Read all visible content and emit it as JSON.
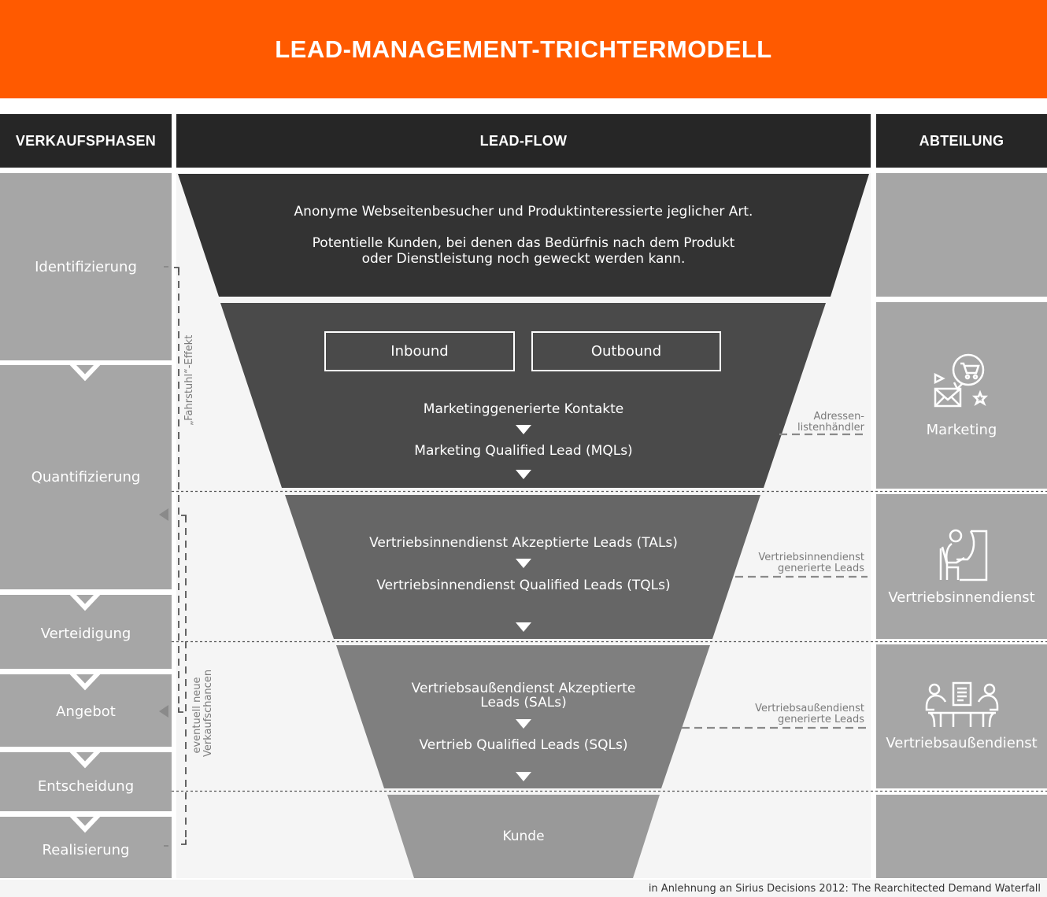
{
  "title": "LEAD-MANAGEMENT-TRICHTERMODELL",
  "columns": {
    "left": "VERKAUFSPHASEN",
    "center": "LEAD-FLOW",
    "right": "ABTEILUNG"
  },
  "phases": [
    {
      "label": "Identifizierung"
    },
    {
      "label": "Quantifizierung"
    },
    {
      "label": "Verteidigung"
    },
    {
      "label": "Angebot"
    },
    {
      "label": "Entscheidung"
    },
    {
      "label": "Realisierung"
    }
  ],
  "funnel": {
    "stage1": {
      "line1": "Anonyme Webseitenbesucher und Produktinteressierte jeglicher Art.",
      "line2": "Potentielle Kunden, bei denen das Bedürfnis nach dem Produkt",
      "line3": "oder Dienstleistung noch geweckt werden kann.",
      "color": "#333333"
    },
    "stage2": {
      "inbound": "Inbound",
      "outbound": "Outbound",
      "item1": "Marketinggenerierte Kontakte",
      "item2": "Marketing Qualified Lead (MQLs)",
      "color": "#4a4a4a"
    },
    "stage3": {
      "item1": "Vertriebsinnendienst Akzeptierte Leads (TALs)",
      "item2": "Vertriebsinnendienst Qualified Leads (TQLs)",
      "color": "#666666"
    },
    "stage4": {
      "item1a": "Vertriebsaußendienst Akzeptierte",
      "item1b": "Leads (SALs)",
      "item2": "Vertrieb Qualified Leads (SQLs)",
      "color": "#7f7f7f"
    },
    "stage5": {
      "item1": "Kunde",
      "color": "#999999"
    }
  },
  "side_notes": {
    "adressen": {
      "line1": "Adressen-",
      "line2": "listenhändler"
    },
    "innendienst": {
      "line1": "Vertriebsinnendienst",
      "line2": "generierte Leads"
    },
    "aussendienst": {
      "line1": "Vertriebsaußendienst",
      "line2": "generierte Leads"
    }
  },
  "vertical_labels": {
    "fahrstuhl": "„Fahrstuhl“-Effekt",
    "neue1": "eventuell neue",
    "neue2": "Verkaufschancen"
  },
  "departments": [
    {
      "label": ""
    },
    {
      "label": "Marketing",
      "icon": "marketing-cart-mail-icon"
    },
    {
      "label": "Vertriebsinnendienst",
      "icon": "desk-worker-icon"
    },
    {
      "label": "Vertriebsaußendienst",
      "icon": "meeting-table-icon"
    },
    {
      "label": ""
    }
  ],
  "footer": "in Anlehnung an Sirius Decisions 2012: The Rearchitected Demand Waterfall",
  "colors": {
    "accent": "#ff5a00",
    "header": "#262626",
    "panel": "#a6a6a6",
    "background": "#f5f5f5"
  }
}
